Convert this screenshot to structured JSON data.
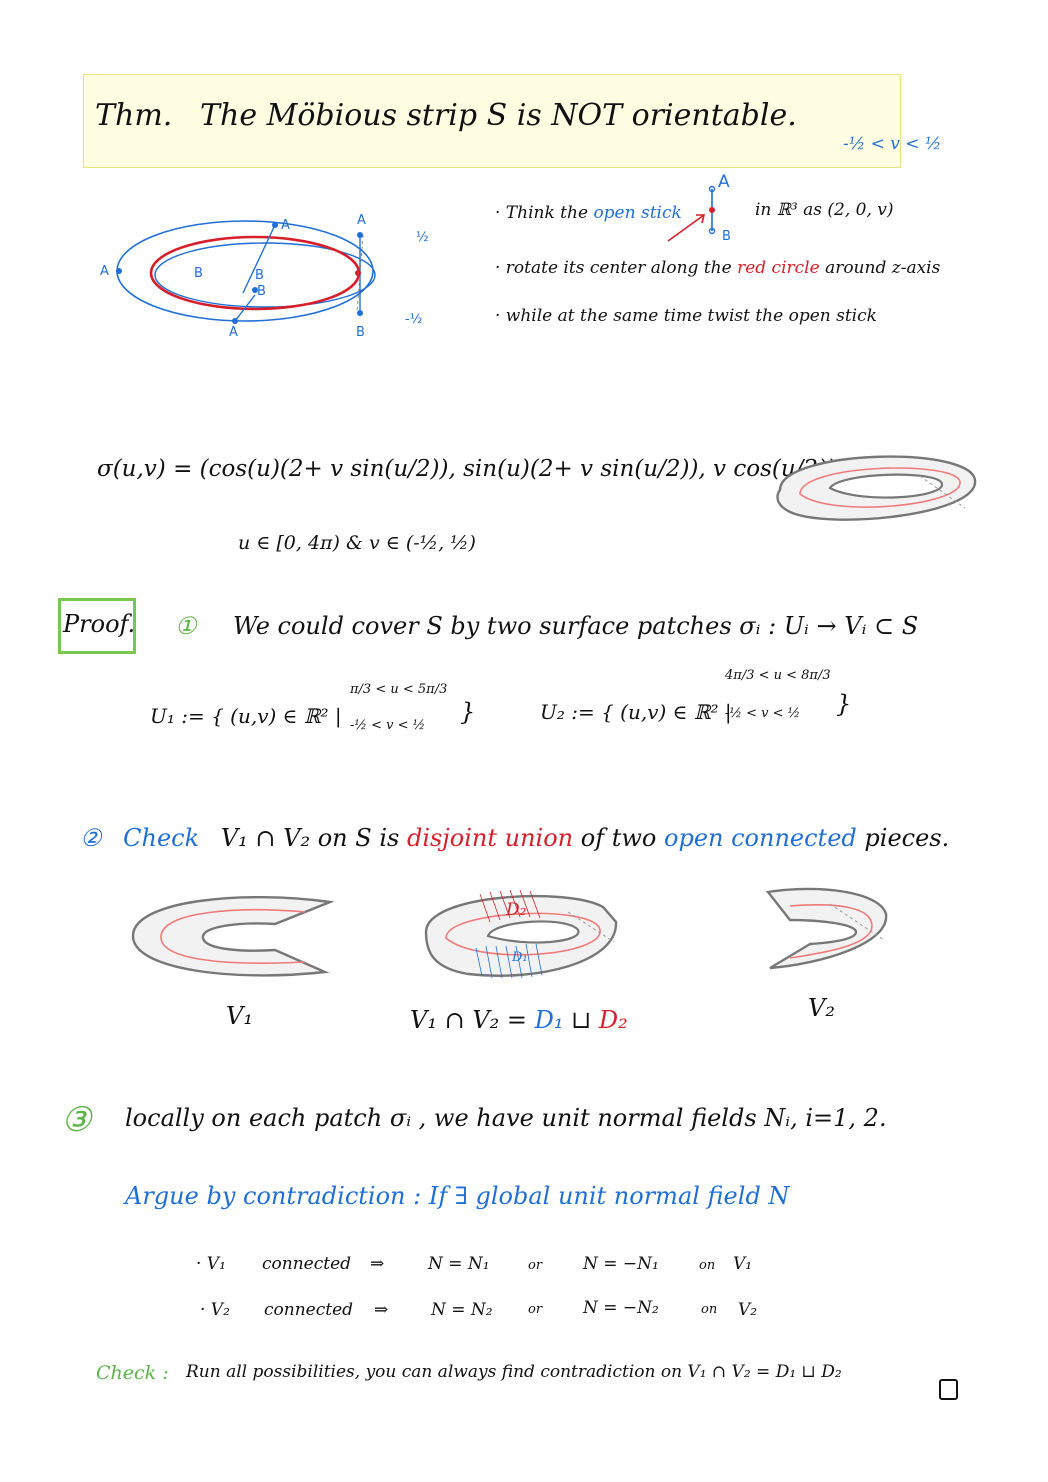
{
  "theorem": {
    "label": "Thm.",
    "statement": "The Möbious strip S is NOT orientable.",
    "v_range": "-½ < v < ½"
  },
  "sketch": {
    "labels_A": [
      "A",
      "A",
      "A",
      "A"
    ],
    "labels_B": [
      "B",
      "B",
      "B",
      "B"
    ],
    "half_top": "½",
    "half_bottom": "-½"
  },
  "construction": {
    "bullet1": "Think the open stick in ℝ³ as (2, 0, v)",
    "bullet1_part1": "· Think the",
    "bullet1_blue": "open stick",
    "bullet1_part2": "in ℝ³ as",
    "bullet1_coord": "(2, 0, v)",
    "stick_top": "A",
    "stick_bottom": "B",
    "bullet2_part1": "· rotate its center along the",
    "bullet2_red": "red circle",
    "bullet2_part2": "around z-axis",
    "bullet3": "· while at the same time twist the open stick"
  },
  "parametrization": {
    "formula": "σ(u,v) = (cos(u)(2+ v sin(u/2)), sin(u)(2+ v sin(u/2)), v cos(u/2))",
    "domain": "u ∈ [0, 4π)  &  v ∈ (-½, ½)"
  },
  "proof": {
    "label": "Proof.",
    "step1_num": "①",
    "step1_text": "We could cover S by two surface patches σᵢ : Uᵢ → Vᵢ ⊂ S",
    "U1_set": "U₁ := { (u,v) ∈ ℝ² |",
    "U1_cond1": "π/3 < u < 5π/3",
    "U1_cond2": "-½ < v < ½",
    "U1_close": "}",
    "U2_set": "U₂ := { (u,v) ∈ ℝ² |",
    "U2_cond1": "4π/3 < u < 8π/3",
    "U2_cond2": "-½ < v < ½",
    "U2_close": "}",
    "step2_num": "②",
    "step2_check": "Check",
    "step2_part1": "V₁ ∩ V₂ on S is",
    "step2_red": "disjoint union",
    "step2_of": "of two",
    "step2_blue": "open connected",
    "step2_end": "pieces.",
    "fig_V1": "V₁",
    "fig_intersection_pre": "V₁ ∩ V₂ =",
    "fig_D1": "D₁",
    "fig_sqcup": "⊔",
    "fig_D2": "D₂",
    "fig_V2": "V₂",
    "region_D1": "D₁",
    "region_D2": "D₂",
    "step3_num": "③",
    "step3_text": "locally on each patch σᵢ , we have unit normal fields Nᵢ, i=1, 2.",
    "argue": "Argue by contradiction : If ∃ global unit normal field N",
    "case1_lead": "· V₁",
    "case1_conn": "connected",
    "case1_imp": "⇒",
    "case1_a": "N = N₁",
    "case1_or": "or",
    "case1_b": "N = −N₁",
    "case1_on": "on",
    "case1_set": "V₁",
    "case2_lead": "· V₂",
    "case2_conn": "connected",
    "case2_imp": "⇒",
    "case2_a": "N = N₂",
    "case2_or": "or",
    "case2_b": "N = −N₂",
    "case2_on": "on",
    "case2_set": "V₂",
    "check_label": "Check :",
    "check_text": "Run all possibilities, you can always find contradiction on V₁ ∩ V₂ = D₁ ⊔ D₂"
  },
  "colors": {
    "blue": "#1f6fd6",
    "red": "#d61f2a",
    "green": "#5bb545",
    "highlight": "#fffde2"
  }
}
